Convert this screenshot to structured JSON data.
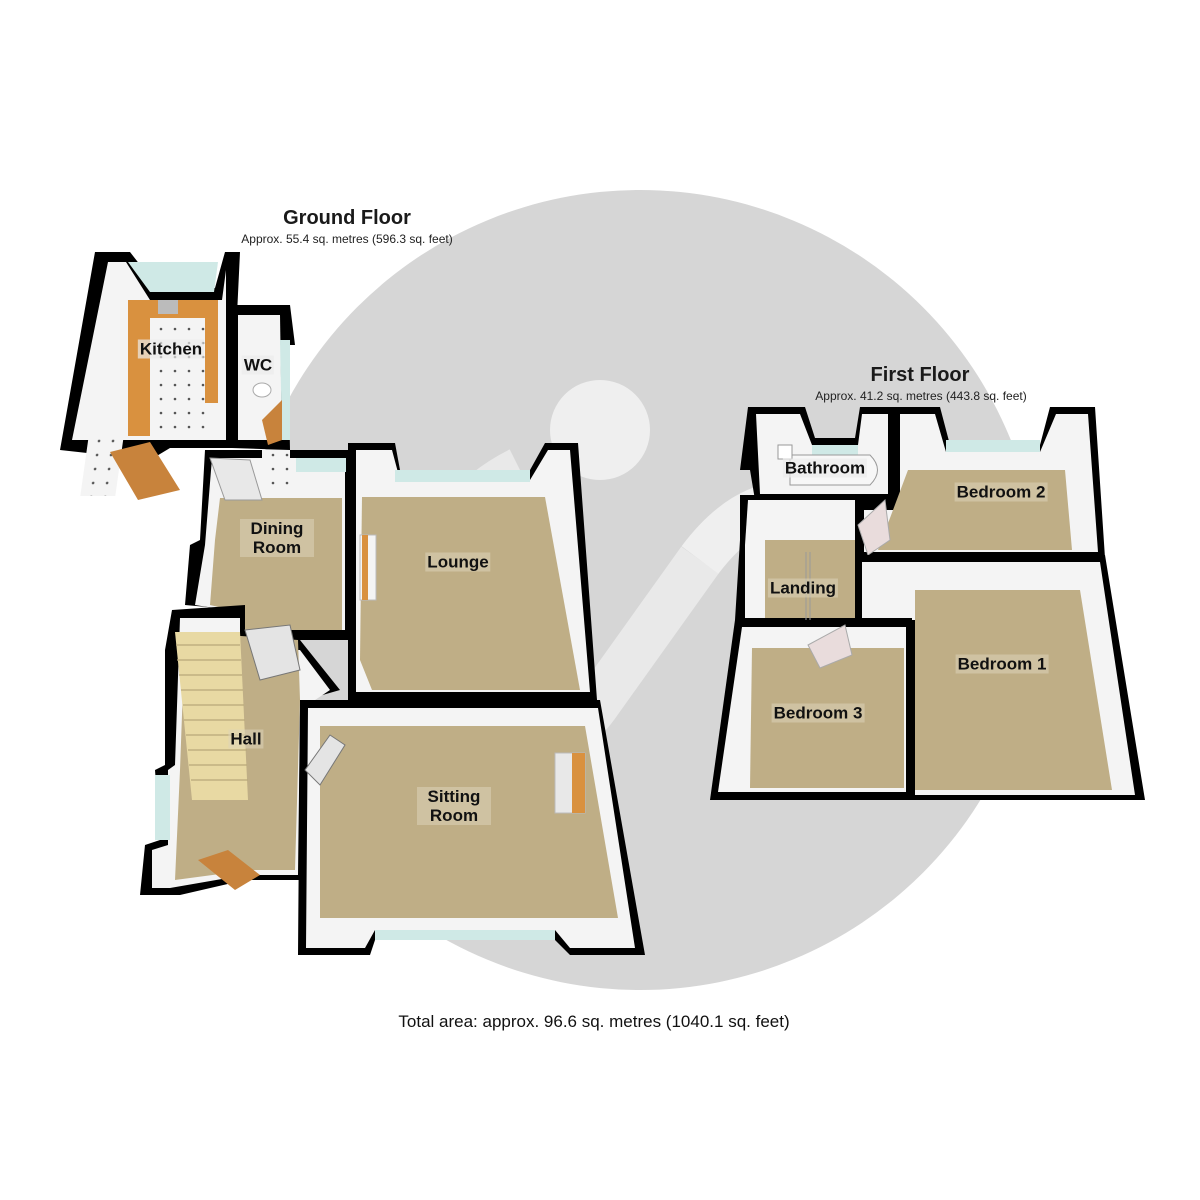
{
  "ground_floor": {
    "title": "Ground Floor",
    "area": "Approx. 55.4 sq. metres (596.3 sq. feet)",
    "rooms": [
      {
        "name": "Kitchen"
      },
      {
        "name": "WC"
      },
      {
        "name": "Dining Room"
      },
      {
        "name": "Lounge"
      },
      {
        "name": "Hall"
      },
      {
        "name": "Sitting Room"
      }
    ]
  },
  "first_floor": {
    "title": "First Floor",
    "area": "Approx. 41.2 sq. metres (443.8 sq. feet)",
    "rooms": [
      {
        "name": "Bathroom"
      },
      {
        "name": "Bedroom 2"
      },
      {
        "name": "Landing"
      },
      {
        "name": "Bedroom 1"
      },
      {
        "name": "Bedroom 3"
      }
    ]
  },
  "total_area": "Total area: approx. 96.6 sq. metres (1040.1 sq. feet)",
  "colors": {
    "wall": "#000000",
    "wall_inner": "#f4f4f4",
    "carpet": "#bfae86",
    "kitchen_floor": "#f2f2f2",
    "worktop": "#d9913f",
    "glass": "#cfe9e6",
    "watermark": "#d4d4d4"
  }
}
